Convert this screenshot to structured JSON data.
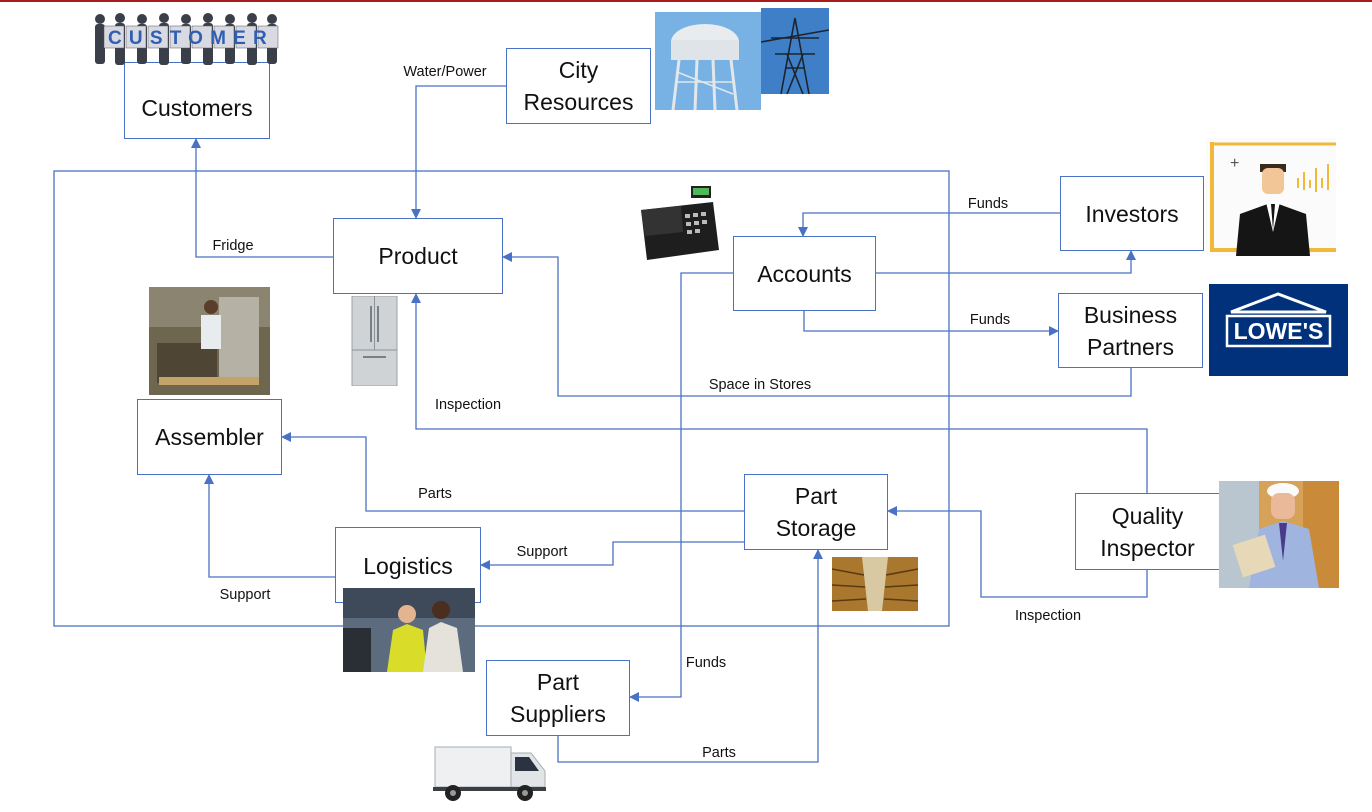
{
  "nodes": {
    "customers": "Customers",
    "city_resources": "City\nResources",
    "product": "Product",
    "accounts": "Accounts",
    "investors": "Investors",
    "business_partners": "Business\nPartners",
    "assembler": "Assembler",
    "part_storage": "Part\nStorage",
    "quality_inspector": "Quality\nInspector",
    "logistics": "Logistics",
    "part_suppliers": "Part\nSuppliers"
  },
  "edge_labels": {
    "water_power": "Water/Power",
    "fridge": "Fridge",
    "funds_investors": "Funds",
    "funds_partners": "Funds",
    "space_in_stores": "Space in Stores",
    "inspection_product": "Inspection",
    "parts_assembler": "Parts",
    "support_logistics": "Support",
    "support_assembler": "Support",
    "inspection_storage": "Inspection",
    "funds_suppliers": "Funds",
    "parts_suppliers": "Parts"
  },
  "images": {
    "customer_banner_letters": "CUSTOMER",
    "lowes_logo_text": "LOWE'S"
  },
  "colors": {
    "connector": "#4a72c4",
    "lowes_blue": "#00317a",
    "top_rule": "#a61c1c"
  }
}
